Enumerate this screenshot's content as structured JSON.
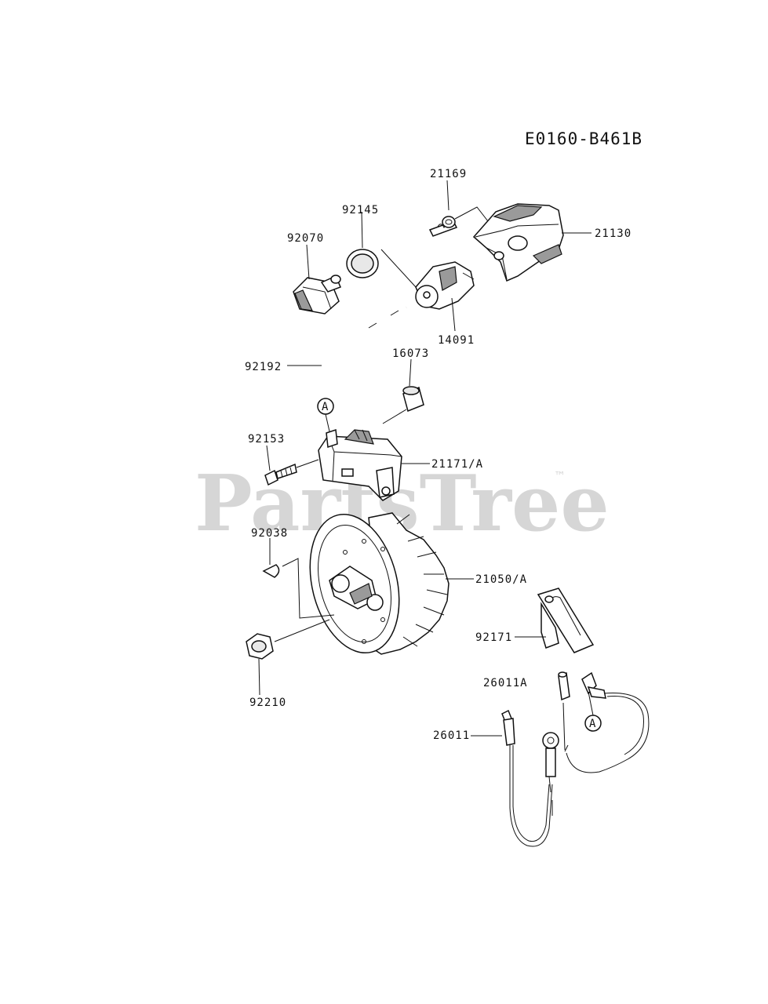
{
  "diagram_code": "E0160-B461B",
  "watermark": {
    "text": "PartsTree",
    "trademark": "™"
  },
  "callout_ref": "A",
  "parts": [
    {
      "id": "21169",
      "label": "21169"
    },
    {
      "id": "92145",
      "label": "92145"
    },
    {
      "id": "92070",
      "label": "92070"
    },
    {
      "id": "21130",
      "label": "21130"
    },
    {
      "id": "14091",
      "label": "14091"
    },
    {
      "id": "92192",
      "label": "92192"
    },
    {
      "id": "16073",
      "label": "16073"
    },
    {
      "id": "92153",
      "label": "92153"
    },
    {
      "id": "21171A",
      "label": "21171/A"
    },
    {
      "id": "92038",
      "label": "92038"
    },
    {
      "id": "21050A",
      "label": "21050/A"
    },
    {
      "id": "92171",
      "label": "92171"
    },
    {
      "id": "92210",
      "label": "92210"
    },
    {
      "id": "26011A",
      "label": "26011A"
    },
    {
      "id": "26011",
      "label": "26011"
    }
  ]
}
